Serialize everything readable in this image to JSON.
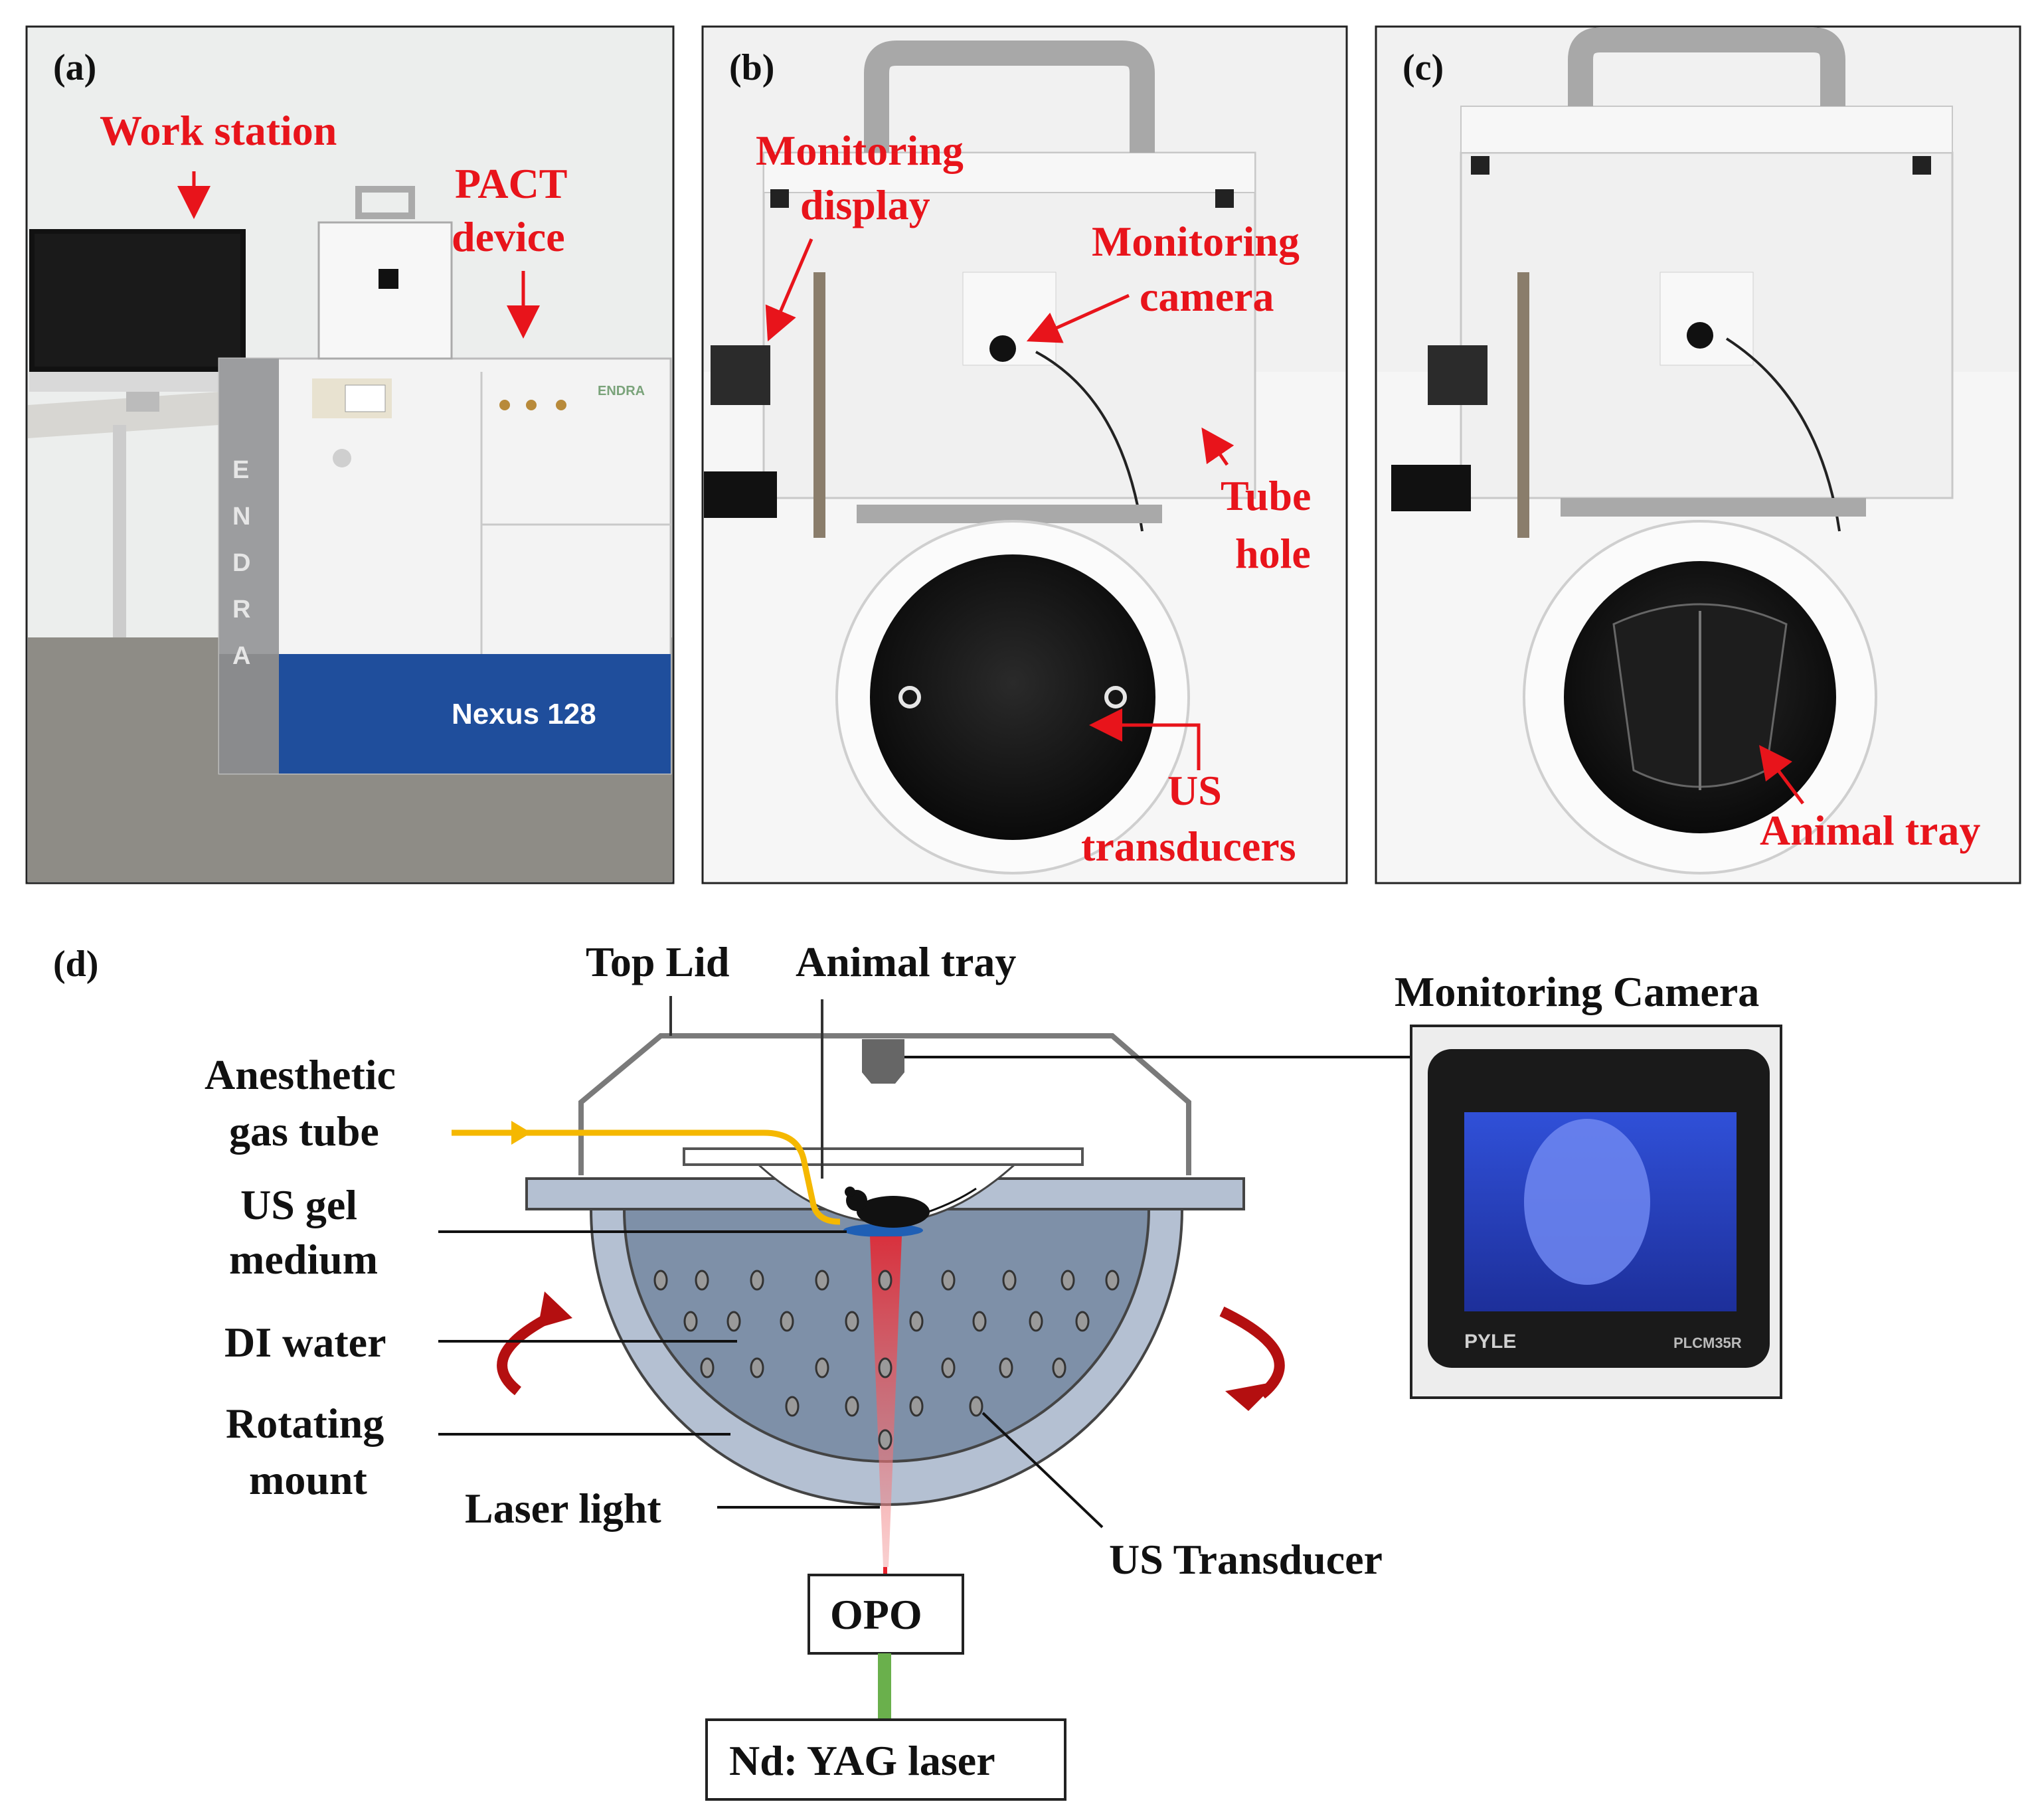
{
  "panels": {
    "a": {
      "letter": "(a)",
      "labels": {
        "work_station": "Work station",
        "pact_line1": "PACT",
        "pact_line2": "device"
      },
      "device_brand_vertical": [
        "E",
        "N",
        "D",
        "R",
        "A"
      ],
      "device_model": "Nexus 128",
      "device_logo": "ENDRA"
    },
    "b": {
      "letter": "(b)",
      "labels": {
        "monitoring_display_line1": "Monitoring",
        "monitoring_display_line2": "display",
        "monitoring_camera_line1": "Monitoring",
        "monitoring_camera_line2": "camera",
        "tube_hole_line1": "Tube",
        "tube_hole_line2": "hole",
        "us_transducers_line1": "US",
        "us_transducers_line2": "transducers"
      }
    },
    "c": {
      "letter": "(c)",
      "labels": {
        "animal_tray": "Animal tray"
      }
    },
    "d": {
      "letter": "(d)",
      "labels": {
        "top_lid": "Top Lid",
        "animal_tray": "Animal tray",
        "anesthetic_line1": "Anesthetic",
        "anesthetic_line2": "gas tube",
        "us_gel_line1": "US gel",
        "us_gel_line2": "medium",
        "di_water": "DI water",
        "rotating_line1": "Rotating",
        "rotating_line2": "mount",
        "laser_light": "Laser light",
        "us_transducer": "US Transducer",
        "opo": "OPO",
        "nd_yag": "Nd: YAG laser",
        "monitoring_camera": "Monitoring Camera"
      },
      "camera_brand": "PYLE",
      "camera_model": "PLCM35R"
    }
  },
  "colors": {
    "annotation_red": "#e8141b",
    "water_blue": "#7e90a8",
    "mount_blue": "#b4c0d2",
    "gas_tube": "#f5b800",
    "laser_red": "#e8202a",
    "rotation_arrow": "#b40f10",
    "fiber_green": "#6ab04c",
    "device_blue": "#1f4e9c"
  }
}
